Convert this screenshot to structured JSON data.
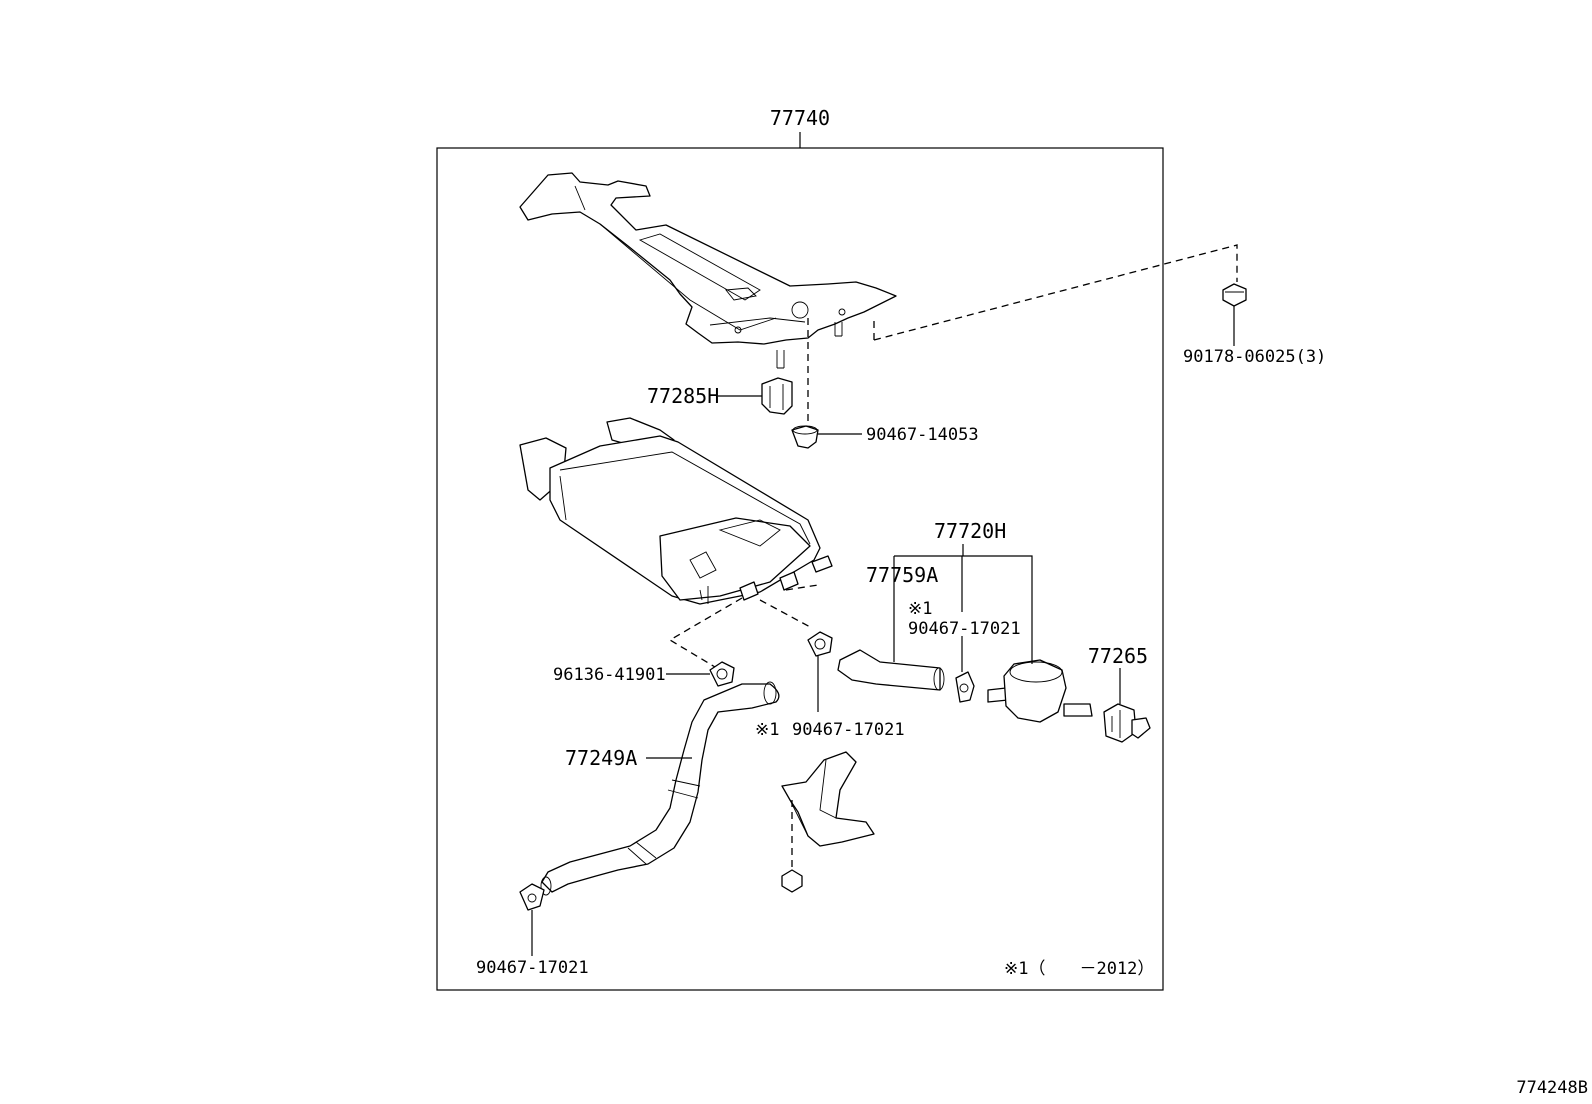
{
  "diagram": {
    "assembly_number": "77740",
    "figure_id": "774248B",
    "note": "※1（　　－2012）",
    "labels": {
      "nut_90178": "90178-06025(3)",
      "bracket_clip_77285H": "77285H",
      "clip_90467_14053": "90467-14053",
      "valve_assy_77720H": "77720H",
      "hose_77759A": "77759A",
      "mark_upper": "※1",
      "clamp_upper_90467_17021": "90467-17021",
      "connector_77265": "77265",
      "clamp_96136_41901": "96136-41901",
      "mark_lower": "※1",
      "clamp_lower_90467_17021": "90467-17021",
      "hose_77249A": "77249A",
      "clamp_bottom_90467_17021": "90467-17021"
    }
  }
}
